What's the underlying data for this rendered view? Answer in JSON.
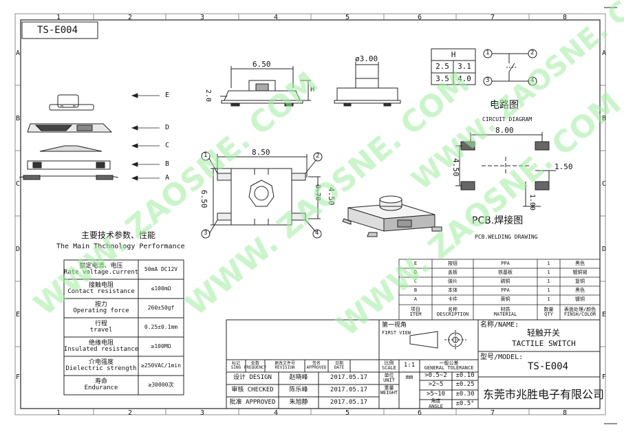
{
  "sheet": {
    "drawing_no": "TS-E004",
    "col_numbers": [
      "1",
      "2",
      "3",
      "4",
      "5",
      "6",
      "7",
      "8"
    ],
    "row_letters": [
      "A",
      "B",
      "C",
      "D",
      "E",
      "F"
    ]
  },
  "exploded": {
    "labels": [
      "E",
      "D",
      "C",
      "B",
      "A"
    ]
  },
  "dims": {
    "top_width": "6.50",
    "top_height": "2.0",
    "top_h_mark": "H",
    "side_dia": "ø3.00",
    "body_w": "8.50",
    "body_h": "6.50",
    "pin_pitch": "0.70",
    "body_inner": "4.50",
    "pins": [
      "1",
      "2",
      "3",
      "4"
    ]
  },
  "h_table": {
    "header": "H",
    "rows": [
      [
        "2.5",
        "3.1"
      ],
      [
        "3.5",
        "4.0"
      ]
    ]
  },
  "circuit": {
    "title_cn": "电路图",
    "title_en": "CIRCUIT DIAGRAM",
    "pins": [
      "1",
      "2",
      "3",
      "4"
    ]
  },
  "pcb": {
    "title_cn": "PCB.焊接图",
    "title_en": "PCB.WELDING DRAWING",
    "d_width": "8.00",
    "d_height": "4.50",
    "d_pad": "1.50",
    "d_pad_h": "1.00"
  },
  "performance": {
    "title_cn": "主要技术参数、性能",
    "title_en": "The Main Thchnology Performance",
    "rows": [
      {
        "cn": "额定电流、电压",
        "en": "Rate voltage.current",
        "val": "50mA DC12V"
      },
      {
        "cn": "接触电阻",
        "en": "Contact resistance",
        "val": "≤100mΩ"
      },
      {
        "cn": "按力",
        "en": "Operating force",
        "val": "260±50gf"
      },
      {
        "cn": "行程",
        "en": "travel",
        "val": "0.25±0.1mm"
      },
      {
        "cn": "绝缘电阻",
        "en": "Insulated resistance",
        "val": "≥100MΩ"
      },
      {
        "cn": "介电强度",
        "en": "Dielectric strength",
        "val": "≥250VAC/1min"
      },
      {
        "cn": "寿命",
        "en": "Endurance",
        "val": "≥30000次"
      }
    ]
  },
  "bom": {
    "rows": [
      {
        "item": "E",
        "name": "按钮",
        "mat": "PPA",
        "qty": "1",
        "finish": "黑色"
      },
      {
        "item": "D",
        "name": "盖板",
        "mat": "铁基板",
        "qty": "1",
        "finish": "镀铜锡"
      },
      {
        "item": "C",
        "name": "弹片",
        "mat": "磷铜",
        "qty": "1",
        "finish": "复铜"
      },
      {
        "item": "B",
        "name": "本体",
        "mat": "PPA",
        "qty": "1",
        "finish": "黑色"
      },
      {
        "item": "A",
        "name": "卡件",
        "mat": "黄铜",
        "qty": "1",
        "finish": "镀铜"
      }
    ],
    "header": {
      "item_cn": "项目",
      "item_en": "ITEM",
      "name_cn": "名称",
      "name_en": "DESCRIPTION",
      "mat_cn": "材质",
      "mat_en": "MATERIAL",
      "qty_cn": "数量",
      "qty_en": "QTY",
      "finish_cn": "表面处理/颜色",
      "finish_en": "FINSH/COLOR"
    }
  },
  "title_block": {
    "view_cn": "第一视角",
    "view_en": "FIRST VIEW",
    "name_label": "名称/NAME:",
    "name_cn": "轻触开关",
    "name_en": "TACTILE SWITCH",
    "model_label": "型号/MODEL:",
    "model": "TS-E004",
    "company": "东莞市兆胜电子有限公司",
    "rev_headers": [
      {
        "cn": "标记",
        "en": "SING"
      },
      {
        "cn": "处数",
        "en": "FREQUENCY"
      },
      {
        "cn": "更改文件号",
        "en": "REVISION"
      },
      {
        "cn": "签名",
        "en": "APPROVED"
      },
      {
        "cn": "日期",
        "en": "DATE"
      }
    ],
    "sign_rows": [
      {
        "role": "设计 DESIGN",
        "name": "赵晓峰",
        "date": "2017.05.17"
      },
      {
        "role": "审核 CHECKED",
        "name": "陈乐峰",
        "date": "2017.05.17"
      },
      {
        "role": "批准 APPROVED",
        "name": "朱旭静",
        "date": "2017.05.17"
      }
    ],
    "scale_cn": "比例",
    "scale_en": "SCALE",
    "scale": "1:1",
    "unit_cn": "单位",
    "unit_en": "UNIT",
    "unit": "mm",
    "weight_cn": "重量",
    "weight_en": "WEIGHT",
    "tol_cn": "一般公差",
    "tol_en": "GENERAL TOLERANCE",
    "tol_rows": [
      {
        "range": ">0.5~2",
        "val": "±0.10"
      },
      {
        "range": ">2~5",
        "val": "±0.25"
      },
      {
        "range": ">5~10",
        "val": "±0.30"
      }
    ],
    "angle_cn": "角度",
    "angle_en": "ANGLE",
    "angle_val": "±0.5°"
  },
  "watermark": {
    "text": "WWW. ZAOSNE. COM"
  }
}
